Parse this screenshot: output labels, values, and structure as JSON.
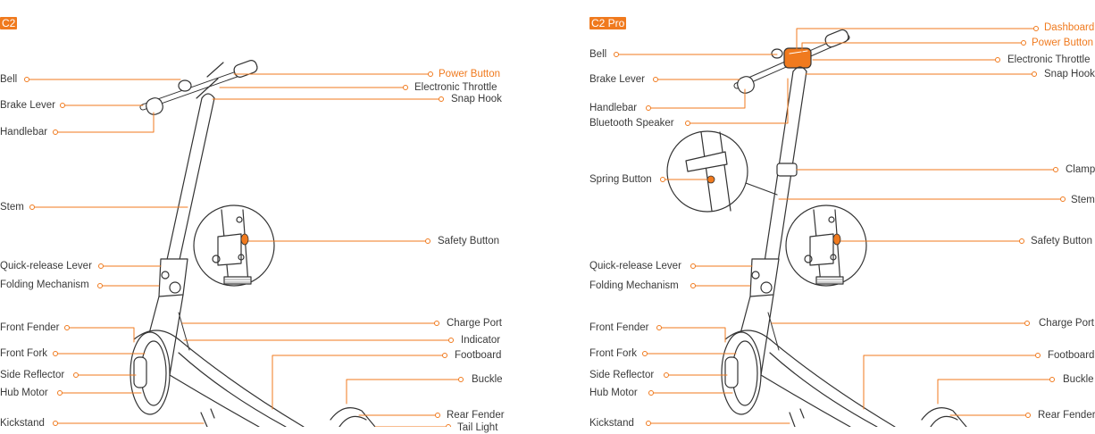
{
  "colors": {
    "accent": "#f07a1e",
    "line": "#333333",
    "text": "#3a3a3a"
  },
  "panels": [
    {
      "title": "C2",
      "left_labels": [
        "Bell",
        "Brake Lever",
        "Handlebar",
        "Stem",
        "Quick-release Lever",
        "Folding Mechanism",
        "Front Fender",
        "Front Fork",
        "Side Reflector",
        "Hub Motor",
        "Kickstand"
      ],
      "right_labels": [
        "Power Button",
        "Electronic Throttle",
        "Snap Hook",
        "Safety Button",
        "Charge Port",
        "Indicator",
        "Footboard",
        "Buckle",
        "Rear Fender",
        "Tail Light"
      ]
    },
    {
      "title": "C2 Pro",
      "left_labels": [
        "Bell",
        "Brake Lever",
        "Handlebar",
        "Bluetooth Speaker",
        "Spring Button",
        "Quick-release Lever",
        "Folding Mechanism",
        "Front Fender",
        "Front Fork",
        "Side Reflector",
        "Hub Motor",
        "Kickstand"
      ],
      "right_labels": [
        "Dashboard",
        "Power Button",
        "Electronic Throttle",
        "Snap Hook",
        "Clamp",
        "Stem",
        "Safety Button",
        "Charge Port",
        "Footboard",
        "Buckle",
        "Rear Fender"
      ]
    }
  ]
}
